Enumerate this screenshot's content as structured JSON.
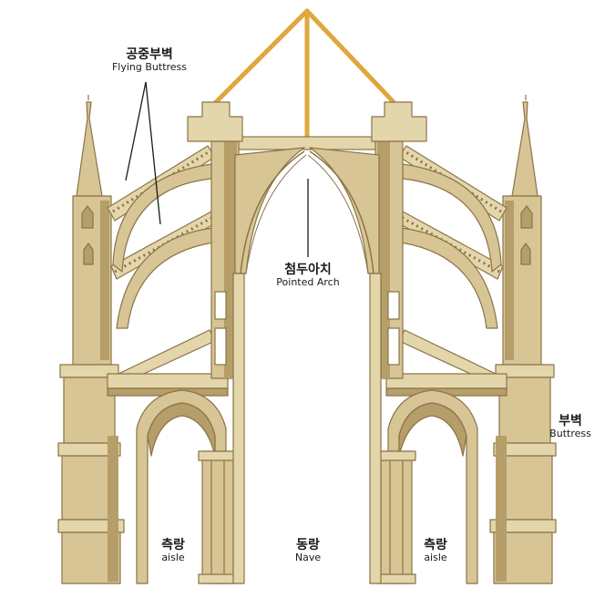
{
  "labels": {
    "flying_buttress": {
      "ko": "공중부벽",
      "en": "Flying Buttress"
    },
    "pointed_arch": {
      "ko": "첨두아치",
      "en": "Pointed Arch"
    },
    "buttress": {
      "ko": "부벽",
      "en": "Buttress"
    },
    "aisle_left": {
      "ko": "측랑",
      "en": "aisle"
    },
    "nave": {
      "ko": "동랑",
      "en": "Nave"
    },
    "aisle_right": {
      "ko": "측랑",
      "en": "aisle"
    }
  },
  "colors": {
    "stone": "#d8c595",
    "stone_light": "#e4d6ab",
    "stone_shadow": "#b59e69",
    "outline": "#8a7446",
    "roof_timber": "#e0a63d",
    "background": "#ffffff",
    "text": "#1a1a1a"
  }
}
